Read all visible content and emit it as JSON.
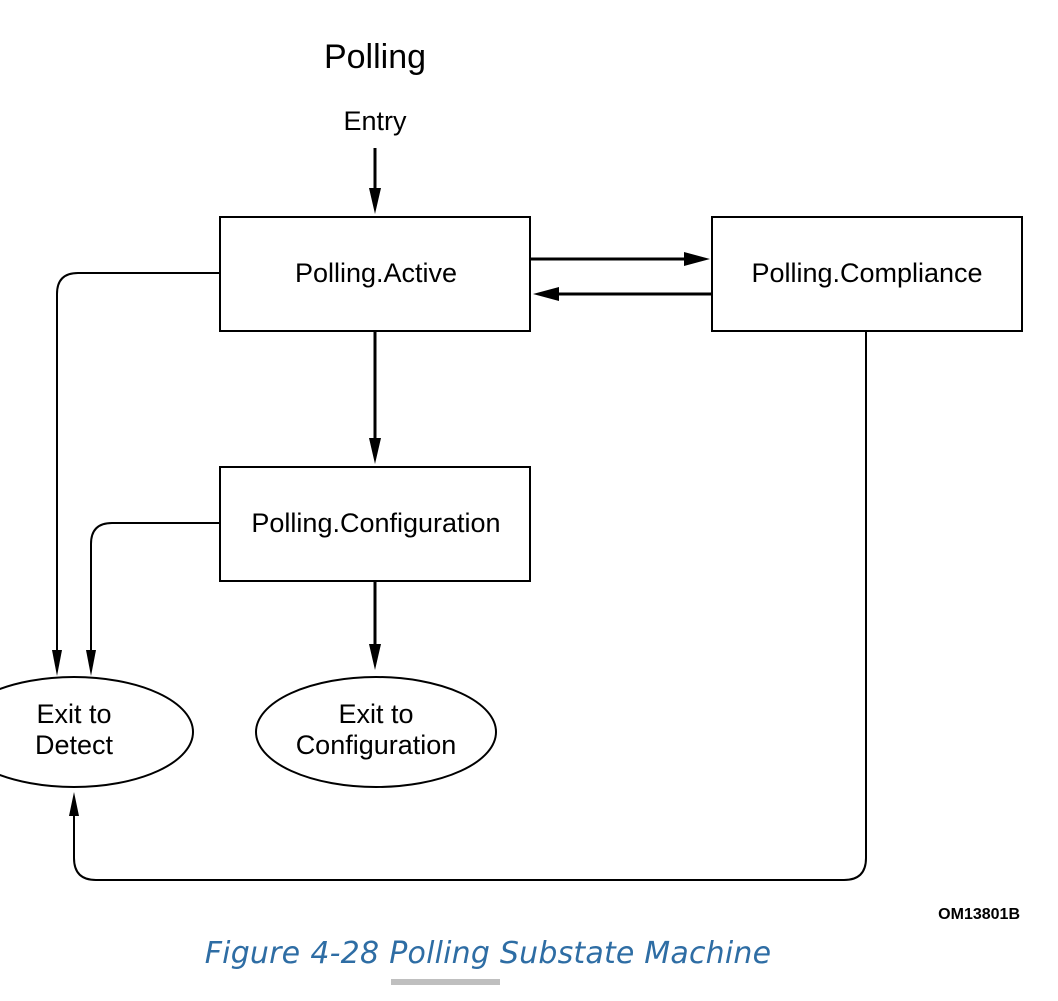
{
  "diagram": {
    "title": "Polling",
    "entry_label": "Entry",
    "states": {
      "active": "Polling.Active",
      "compliance": "Polling.Compliance",
      "configuration": "Polling.Configuration"
    },
    "exits": {
      "detect_line1": "Exit to",
      "detect_line2": "Detect",
      "configuration_line1": "Exit to",
      "configuration_line2": "Configuration"
    },
    "figure_id": "OM13801B"
  },
  "caption": {
    "prefix": "Figure",
    "number": "4-28",
    "title": "Polling Substate Machine"
  },
  "colors": {
    "caption": "#2e6da4",
    "lines": "#000000"
  }
}
